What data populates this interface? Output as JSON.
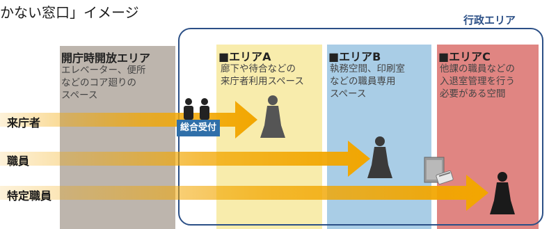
{
  "title": "かない窓口」イメージ",
  "admin_area": {
    "label": "行政エリア",
    "color": "#2b4f86"
  },
  "zones": {
    "open": {
      "title": "開庁時開放エリア",
      "desc": "エレベーター、便所\nなどのコア廻りの\nスペース",
      "color": "#bdb5ad"
    },
    "a": {
      "title": "■エリアA",
      "desc": "廊下や待合などの\n来庁者利用スペース",
      "color": "#f8ecac"
    },
    "b": {
      "title": "■エリアB",
      "desc": "執務空間、印刷室\nなどの職員専用\nスペース",
      "color": "#a9cde6"
    },
    "c": {
      "title": "■エリアC",
      "desc": "他課の職員などの\n入退室管理を行う\n必要がある空間",
      "color": "#e08582"
    }
  },
  "rows": [
    {
      "label": "来庁者"
    },
    {
      "label": "職員"
    },
    {
      "label": "特定職員"
    }
  ],
  "reception": {
    "label": "総合受付",
    "color": "#2f6fa9"
  },
  "arrow_color": "#f2a600"
}
